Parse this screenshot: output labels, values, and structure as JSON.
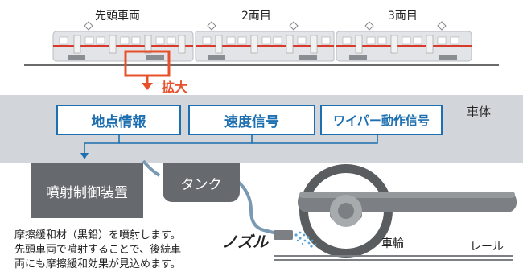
{
  "train": {
    "car_labels": [
      "先頭車両",
      "2両目",
      "3両目"
    ]
  },
  "zoom_label": "拡大",
  "body_label": "車体",
  "signals": [
    "地点情報",
    "速度信号",
    "ワイパー動作信号"
  ],
  "controller_label": "噴射制御装置",
  "tank_label": "タンク",
  "nozzle_label": "ノズル",
  "wheel_label": "車輪",
  "rail_label": "レール",
  "description": [
    "摩擦緩和材（黒鉛）を噴射します。",
    "先頭車両で噴射することで、後続車",
    "両にも摩擦緩和効果が見込めます。"
  ],
  "colors": {
    "signal_blue": "#1d6fb0",
    "highlight_red": "#e8502c",
    "train_stripe": "#d93a2b",
    "body_gray": "#d2d6db",
    "device_dark": "#666a6e"
  }
}
